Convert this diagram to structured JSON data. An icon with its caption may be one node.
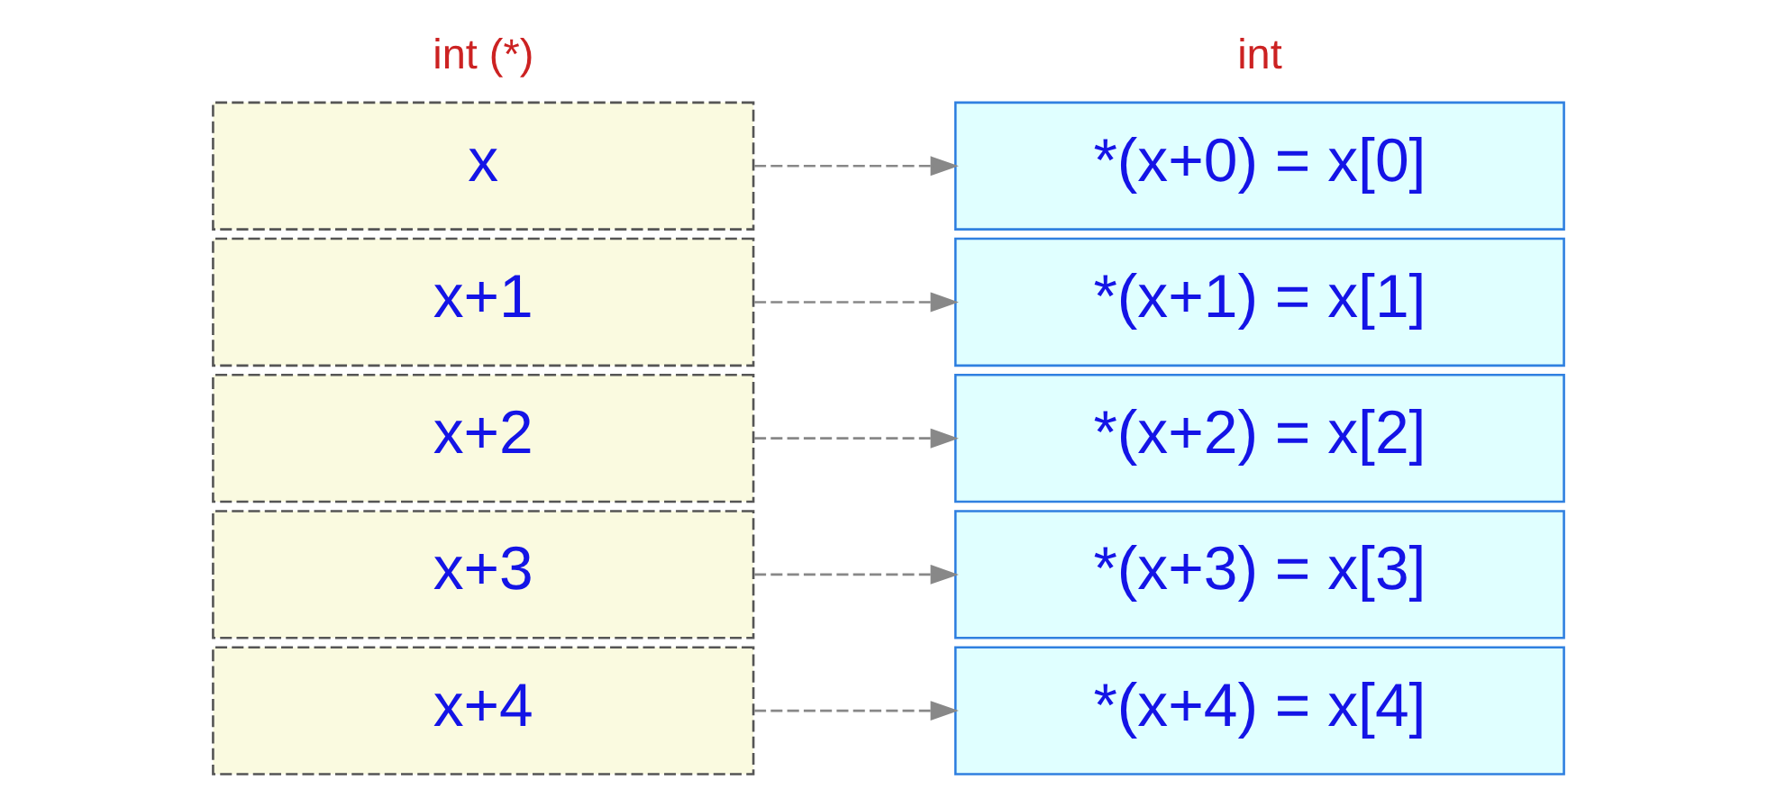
{
  "diagram": {
    "nodes": [
      {
        "text": [
          "x"
        ]
      },
      {
        "text": [
          "x+1"
        ]
      },
      {
        "text": [
          "x+2"
        ]
      },
      {
        "text": [
          "x+3"
        ]
      },
      {
        "text": [
          "x+4"
        ]
      },
      {
        "text": [
          "*(x+0) = x[0]"
        ]
      },
      {
        "text": [
          "*(x+1) = x[1]"
        ]
      },
      {
        "text": [
          "*(x+2) = x[2]"
        ]
      },
      {
        "text": [
          "*(x+3) = x[3]"
        ]
      },
      {
        "text": [
          "*(x+4) = x[4]"
        ]
      }
    ],
    "edges": [
      {
        "from": 0,
        "to": 5,
        "arrow": "to",
        "style": "dashed"
      },
      {
        "from": 1,
        "to": 6,
        "arrow": "to",
        "style": "dashed"
      },
      {
        "from": 2,
        "to": 7,
        "arrow": "to",
        "style": "dashed"
      },
      {
        "from": 3,
        "to": 8,
        "arrow": "to",
        "style": "dashed"
      },
      {
        "from": 4,
        "to": 9,
        "arrow": "to",
        "style": "dashed"
      }
    ],
    "labels": [
      "int (*)",
      "int"
    ]
  }
}
